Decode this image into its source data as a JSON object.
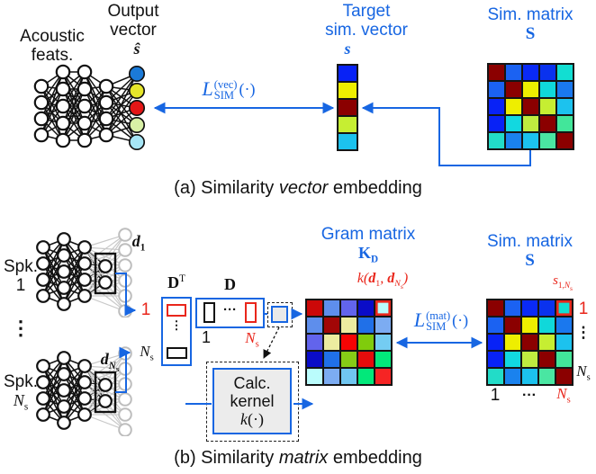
{
  "colors": {
    "accent_blue": "#1766e2",
    "accent_red": "#e9261b",
    "diagonal_dark_red": "#8b0000",
    "grid_line": "#151515"
  },
  "matrices": {
    "output_nodes": [
      "#1b7ad8",
      "#e6e62a",
      "#e41616",
      "#d8f0a6",
      "#a6e6f6"
    ],
    "target_vector": [
      "#0822f6",
      "#eeee00",
      "#8b0000",
      "#c6ee32",
      "#1cc2ee"
    ],
    "sim": [
      [
        "#8b0000",
        "#1b62f2",
        "#0a2af6",
        "#0a32ee",
        "#12ded2"
      ],
      [
        "#1b62f2",
        "#8b0000",
        "#eeee00",
        "#10d8da",
        "#1a78ee"
      ],
      [
        "#0822f6",
        "#eeee00",
        "#8b0000",
        "#c6ee32",
        "#1cc2ee"
      ],
      [
        "#0822f6",
        "#12d8e0",
        "#bfec40",
        "#8b0000",
        "#42e69a"
      ],
      [
        "#22dcc8",
        "#1a82ee",
        "#1cc2ee",
        "#4ae6a2",
        "#8b0000"
      ]
    ],
    "gram": [
      [
        "#cc0808",
        "#5e8eec",
        "#6264ec",
        "#0a0cc8",
        "#bafcfc"
      ],
      [
        "#5e8eec",
        "#a20606",
        "#ececa0",
        "#2070e8",
        "#7cacf2"
      ],
      [
        "#6264ec",
        "#ececa0",
        "#f60404",
        "#80cc0c",
        "#74ccf2"
      ],
      [
        "#0a0cc8",
        "#2070e8",
        "#86cc16",
        "#e60c0c",
        "#02e87a"
      ],
      [
        "#bafcfc",
        "#7cacf2",
        "#70c6f0",
        "#02e87a",
        "#f62424"
      ]
    ]
  },
  "panel_a": {
    "acoustic": {
      "line1": "Acoustic",
      "line2": "feats."
    },
    "output": {
      "line1": "Output",
      "line2": "vector",
      "symbol": "ŝ"
    },
    "loss": {
      "base": "L",
      "sup": "(vec)",
      "sub": "SIM",
      "arg": "(·)"
    },
    "target": {
      "line1": "Target",
      "line2": "sim. vector",
      "symbol": "s"
    },
    "sim": {
      "label": "Sim. matrix",
      "symbol": "S"
    },
    "caption": {
      "prefix": "(a) Similarity ",
      "italic": "vector",
      "suffix": " embedding"
    }
  },
  "panel_b": {
    "spk1": {
      "line1": "Spk.",
      "line2": "1"
    },
    "spkn": {
      "line1": "Spk.",
      "symbol": "N",
      "symbol_sub": "s"
    },
    "vdots": "⋮",
    "d1": {
      "base": "d",
      "sub": "1"
    },
    "dn": {
      "base": "d",
      "sub": "N",
      "subsub": "s"
    },
    "dt": {
      "label": "D",
      "sup": "T",
      "row1": "1",
      "rowN": "N",
      "rowN_sub": "s",
      "dots": "⋮"
    },
    "dmat": {
      "label": "D",
      "col1": "1",
      "colN": "N",
      "colN_sub": "s",
      "dots": "···"
    },
    "kernel": {
      "line1": "Calc.",
      "line2": "kernel",
      "symbol": "k",
      "arg": "(·)"
    },
    "gram": {
      "label": "Gram matrix",
      "symbol": "K",
      "symbol_sub": "D",
      "cell": {
        "prefix": "k(",
        "d1": "d",
        "d1_sub": "1",
        "comma": ", ",
        "d2": "d",
        "d2_sub": "N",
        "d2_subsub": "s",
        "suffix": ")"
      }
    },
    "loss": {
      "base": "L",
      "sup": "(mat)",
      "sub": "SIM",
      "arg": "(·)"
    },
    "sim": {
      "label": "Sim. matrix",
      "symbol": "S",
      "cell": {
        "base": "s",
        "sub": "1,",
        "subN": "N",
        "subNs": "s"
      },
      "right1": "1",
      "rdots": "⋮",
      "rightN": "N",
      "rightN_sub": "s",
      "bottom1": "1",
      "bdots": "···",
      "bottomN": "N",
      "bottomN_sub": "s"
    },
    "caption": {
      "prefix": "(b) Similarity ",
      "italic": "matrix",
      "suffix": " embedding"
    }
  }
}
